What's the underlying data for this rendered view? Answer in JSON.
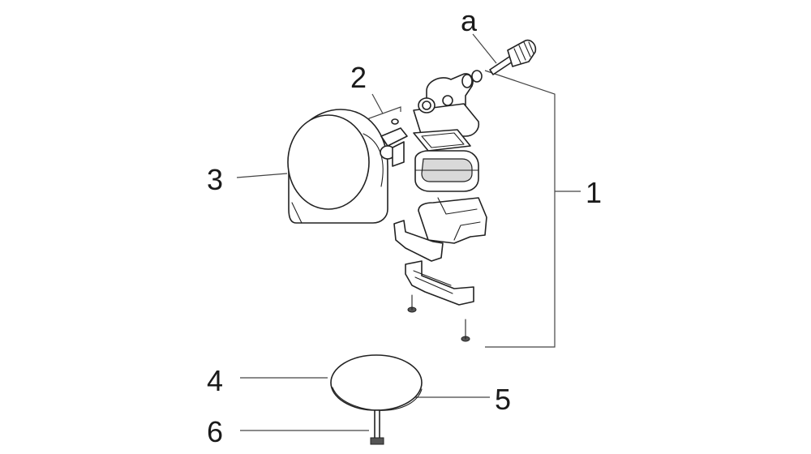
{
  "callouts": {
    "a": "a",
    "one": "1",
    "two": "2",
    "three": "3",
    "four": "4",
    "five": "5",
    "six": "6"
  }
}
